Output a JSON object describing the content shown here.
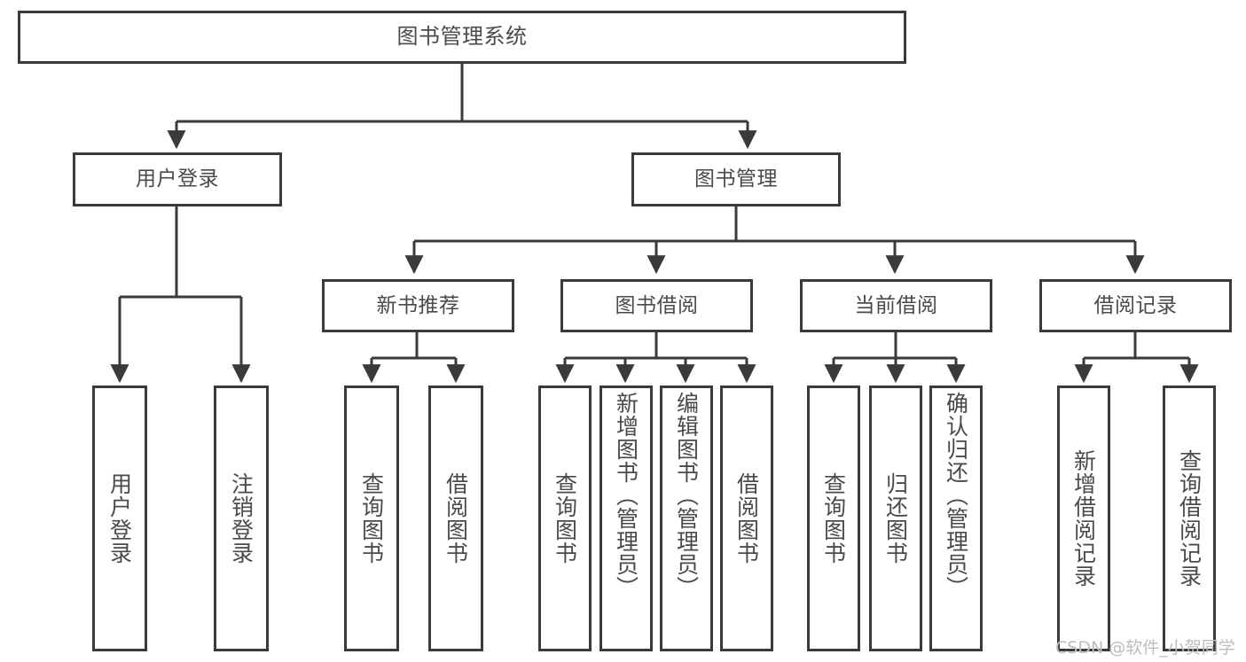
{
  "diagram": {
    "title": "图书管理系统",
    "type": "tree-hierarchy",
    "stroke_color": "#3a3a3a",
    "text_color": "#4a4a4a",
    "background_color": "#ffffff"
  },
  "nodes": {
    "root": {
      "label": "图书管理系统"
    },
    "level2": [
      {
        "label": "用户登录"
      },
      {
        "label": "图书管理"
      }
    ],
    "level3": [
      {
        "label": "新书推荐"
      },
      {
        "label": "图书借阅"
      },
      {
        "label": "当前借阅"
      },
      {
        "label": "借阅记录"
      }
    ],
    "leaves_user_login": [
      {
        "label": "用户登录"
      },
      {
        "label": "注销登录"
      }
    ],
    "leaves_new_book": [
      {
        "label": "查询图书"
      },
      {
        "label": "借阅图书"
      }
    ],
    "leaves_borrow": [
      {
        "label": "查询图书"
      },
      {
        "label": "新增图书（管理员）"
      },
      {
        "label": "编辑图书（管理员）"
      },
      {
        "label": "借阅图书"
      }
    ],
    "leaves_current": [
      {
        "label": "查询图书"
      },
      {
        "label": "归还图书"
      },
      {
        "label": "确认归还（管理员）"
      }
    ],
    "leaves_record": [
      {
        "label": "新增借阅记录"
      },
      {
        "label": "查询借阅记录"
      }
    ]
  },
  "watermark": {
    "text": "CSDN @软件_小贺同学"
  }
}
